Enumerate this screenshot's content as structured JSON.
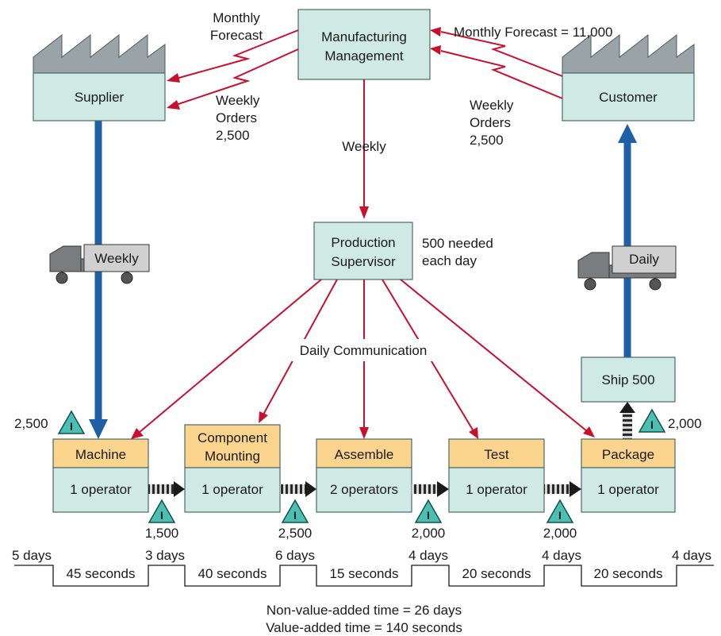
{
  "management": {
    "line1": "Manufacturing",
    "line2": "Management"
  },
  "supplier": {
    "label": "Supplier"
  },
  "customer": {
    "label": "Customer"
  },
  "supplier_links": {
    "forecast_line1": "Monthly",
    "forecast_line2": "Forecast",
    "orders_line1": "Weekly",
    "orders_line2": "Orders",
    "orders_qty": "2,500"
  },
  "customer_links": {
    "forecast": "Monthly Forecast = 11,000",
    "orders_line1": "Weekly",
    "orders_line2": "Orders",
    "orders_qty": "2,500"
  },
  "schedule_label": "Weekly",
  "supervisor": {
    "line1": "Production",
    "line2": "Supervisor",
    "note1": "500 needed",
    "note2": "each day"
  },
  "daily_comm": "Daily Communication",
  "supplier_truck": "Weekly",
  "customer_truck": "Daily",
  "ship": "Ship 500",
  "inventory_symbol": "I",
  "processes": [
    {
      "name1": "Machine",
      "name2": "",
      "operators": "1 operator"
    },
    {
      "name1": "Component",
      "name2": "Mounting",
      "operators": "1 operator"
    },
    {
      "name1": "Assemble",
      "name2": "",
      "operators": "2 operators"
    },
    {
      "name1": "Test",
      "name2": "",
      "operators": "1 operator"
    },
    {
      "name1": "Package",
      "name2": "",
      "operators": "1 operator"
    }
  ],
  "inventories": {
    "before_machine": "2,500",
    "after_machine": "1,500",
    "after_component": "2,500",
    "after_assemble": "2,000",
    "after_test": "2,000",
    "after_package": "2,000"
  },
  "timeline": {
    "days": [
      "5 days",
      "3 days",
      "6 days",
      "4 days",
      "4 days",
      "4 days"
    ],
    "seconds": [
      "45 seconds",
      "40 seconds",
      "15 seconds",
      "20 seconds",
      "20 seconds"
    ]
  },
  "summary": {
    "non_value_added": "Non-value-added time = 26 days",
    "value_added": "Value-added time = 140 seconds"
  },
  "colors": {
    "info_arrow": "#c8102e",
    "material_flow": "#1f5fa6",
    "box_fill": "#cfe9e4",
    "process_header": "#fbd48e"
  }
}
